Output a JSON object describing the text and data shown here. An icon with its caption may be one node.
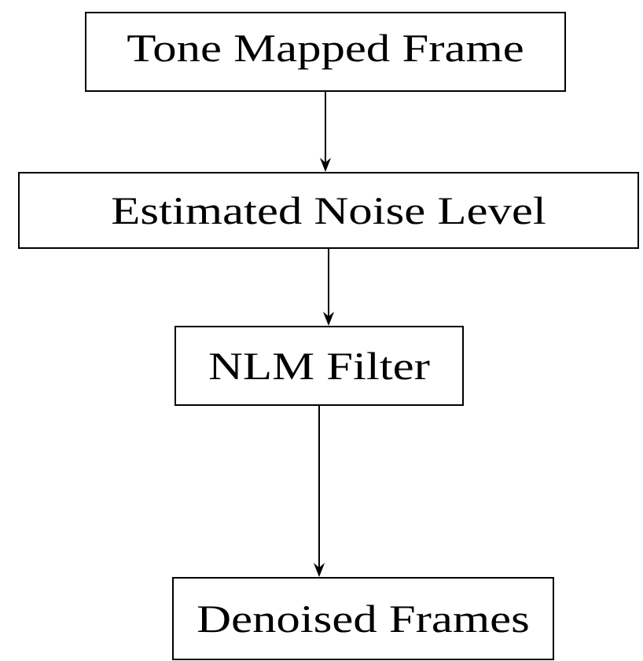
{
  "diagram": {
    "nodes": [
      {
        "text": [
          "Tone Mapped Frame"
        ]
      },
      {
        "text": [
          "Estimated Noise Level"
        ]
      },
      {
        "text": [
          "NLM Filter"
        ]
      },
      {
        "text": [
          "Denoised Frames"
        ]
      }
    ],
    "edges": [
      {
        "from": 0,
        "to": 1,
        "arrow": "to"
      },
      {
        "from": 1,
        "to": 2,
        "arrow": "to"
      },
      {
        "from": 2,
        "to": 3,
        "arrow": "to"
      }
    ]
  }
}
